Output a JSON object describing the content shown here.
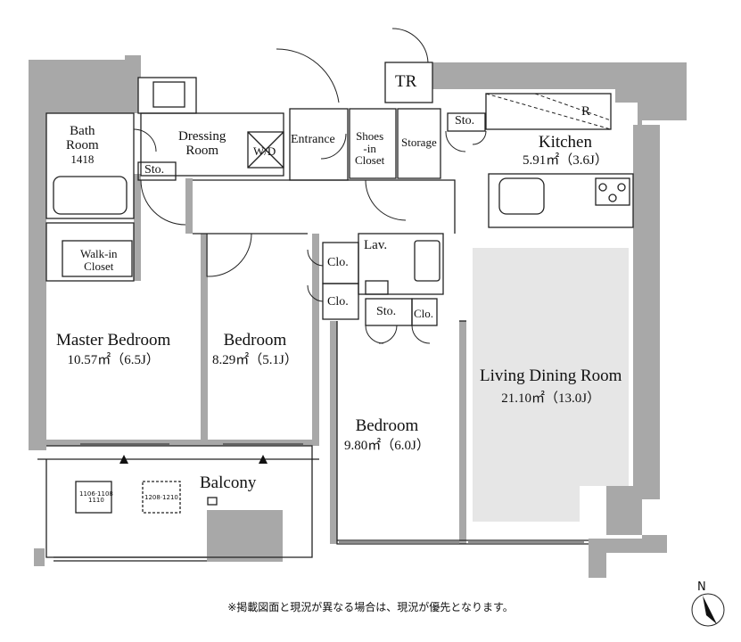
{
  "rooms": {
    "bath": {
      "name1": "Bath",
      "name2": "Room",
      "size": "1418"
    },
    "dressing": {
      "name1": "Dressing",
      "name2": "Room"
    },
    "wd": "W/D",
    "sto_bath": "Sto.",
    "entrance": "Entrance",
    "shoes": {
      "l1": "Shoes",
      "l2": "-in",
      "l3": "Closet"
    },
    "storage": "Storage",
    "tr": "TR",
    "sto_kitchen": "Sto.",
    "refrigerator": "R",
    "kitchen": {
      "name": "Kitchen",
      "area": "5.91㎡（3.6J）"
    },
    "walkin": {
      "l1": "Walk-in",
      "l2": "Closet"
    },
    "clo1": "Clo.",
    "clo2": "Clo.",
    "clo3": "Clo.",
    "lav": "Lav.",
    "sto_hall": "Sto.",
    "master": {
      "name": "Master Bedroom",
      "area": "10.57㎡（6.5J）"
    },
    "bedroom1": {
      "name": "Bedroom",
      "area": "8.29㎡（5.1J）"
    },
    "bedroom2": {
      "name": "Bedroom",
      "area": "9.80㎡（6.0J）"
    },
    "ldk": {
      "name": "Living Dining Room",
      "area": "21.10㎡（13.0J）"
    },
    "balcony": "Balcony",
    "unit_a": {
      "l1": "1106·1108",
      "l2": "1110"
    },
    "unit_b": "1208·1210"
  },
  "note": "※掲載図面と現況が異なる場合は、現況が優先となります。",
  "compass": "N",
  "colors": {
    "wall": "#a8a8a8",
    "ldk_fill": "#e6e6e6",
    "line": "#222222"
  }
}
